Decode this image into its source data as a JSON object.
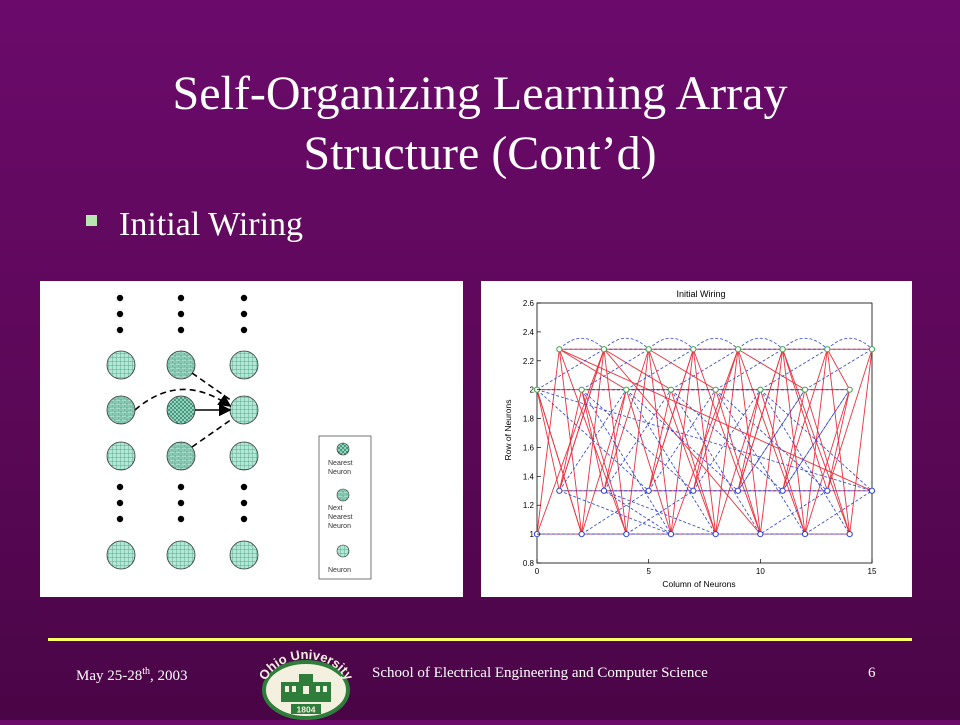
{
  "slide": {
    "title_line1": "Self-Organizing Learning Array",
    "title_line2": "Structure (Cont’d)",
    "bullet": "Initial Wiring"
  },
  "legend": {
    "nearest": [
      "Nearest",
      "Neuron"
    ],
    "next_nearest": [
      "Next",
      "Nearest",
      "Neuron"
    ],
    "neuron": [
      "Neuron"
    ]
  },
  "footer": {
    "date_prefix": "May 25-28",
    "date_sup": "th",
    "date_suffix": ", 2003",
    "school": "School of Electrical Engineering and Computer Science",
    "page": "6"
  },
  "logo": {
    "top_text": "Ohio University",
    "year": "1804"
  },
  "colors": {
    "background": "#5c0858",
    "footer_line": "#ffff66",
    "bullet": "#b8e6b0",
    "neuron_fill": "#a8e0cc",
    "red_wire": "#e8323c",
    "blue_wire": "#2a3fd6",
    "node_green": "#3aa84a"
  },
  "chart_data": {
    "type": "line",
    "title": "Initial Wiring",
    "xlabel": "Column of Neurons",
    "ylabel": "Row of Neurons",
    "xlim": [
      0,
      15
    ],
    "ylim": [
      0.8,
      2.6
    ],
    "xticks": [
      0,
      5,
      10,
      15
    ],
    "yticks": [
      0.8,
      1,
      1.2,
      1.4,
      1.6,
      1.8,
      2,
      2.2,
      2.4,
      2.6
    ],
    "grid": false,
    "nodes": {
      "row1": [
        [
          0,
          1
        ],
        [
          2,
          1
        ],
        [
          4,
          1
        ],
        [
          6,
          1
        ],
        [
          8,
          1
        ],
        [
          10,
          1
        ],
        [
          12,
          1
        ],
        [
          14,
          1
        ]
      ],
      "row13": [
        [
          0,
          2
        ],
        [
          1,
          1.3
        ],
        [
          3,
          1.3
        ],
        [
          5,
          1.3
        ],
        [
          7,
          1.3
        ],
        [
          9,
          1.3
        ],
        [
          11,
          1.3
        ],
        [
          13,
          1.3
        ],
        [
          15,
          1.3
        ]
      ],
      "row2": [
        [
          0,
          2
        ],
        [
          2,
          2
        ],
        [
          4,
          2
        ],
        [
          6,
          2
        ],
        [
          8,
          2
        ],
        [
          10,
          2
        ],
        [
          12,
          2
        ],
        [
          14,
          2
        ]
      ],
      "row228": [
        [
          1,
          2.28
        ],
        [
          3,
          2.28
        ],
        [
          5,
          2.28
        ],
        [
          7,
          2.28
        ],
        [
          9,
          2.28
        ],
        [
          11,
          2.28
        ],
        [
          13,
          2.28
        ],
        [
          15,
          2.28
        ]
      ]
    },
    "red_edges": [
      [
        [
          1,
          2.28
        ],
        [
          15,
          2.28
        ]
      ],
      [
        [
          0,
          2
        ],
        [
          14,
          2
        ]
      ],
      [
        [
          1,
          1.3
        ],
        [
          15,
          1.3
        ]
      ],
      [
        [
          0,
          1
        ],
        [
          14,
          1
        ]
      ],
      [
        [
          1,
          2.28
        ],
        [
          0,
          1
        ]
      ],
      [
        [
          1,
          2.28
        ],
        [
          2,
          1
        ]
      ],
      [
        [
          1,
          2.28
        ],
        [
          4,
          2
        ]
      ],
      [
        [
          1,
          2.28
        ],
        [
          15,
          1.3
        ]
      ],
      [
        [
          3,
          2.28
        ],
        [
          2,
          1
        ]
      ],
      [
        [
          3,
          2.28
        ],
        [
          4,
          1
        ]
      ],
      [
        [
          3,
          2.28
        ],
        [
          6,
          2
        ]
      ],
      [
        [
          3,
          2.28
        ],
        [
          1,
          1.3
        ]
      ],
      [
        [
          5,
          2.28
        ],
        [
          4,
          1
        ]
      ],
      [
        [
          5,
          2.28
        ],
        [
          6,
          1
        ]
      ],
      [
        [
          5,
          2.28
        ],
        [
          3,
          1.3
        ]
      ],
      [
        [
          5,
          2.28
        ],
        [
          8,
          2
        ]
      ],
      [
        [
          7,
          2.28
        ],
        [
          6,
          1
        ]
      ],
      [
        [
          7,
          2.28
        ],
        [
          8,
          1
        ]
      ],
      [
        [
          7,
          2.28
        ],
        [
          5,
          1.3
        ]
      ],
      [
        [
          7,
          2.28
        ],
        [
          10,
          1
        ]
      ],
      [
        [
          9,
          2.28
        ],
        [
          8,
          1
        ]
      ],
      [
        [
          9,
          2.28
        ],
        [
          10,
          1
        ]
      ],
      [
        [
          9,
          2.28
        ],
        [
          7,
          1.3
        ]
      ],
      [
        [
          9,
          2.28
        ],
        [
          12,
          2
        ]
      ],
      [
        [
          11,
          2.28
        ],
        [
          10,
          1
        ]
      ],
      [
        [
          11,
          2.28
        ],
        [
          12,
          1
        ]
      ],
      [
        [
          11,
          2.28
        ],
        [
          9,
          1.3
        ]
      ],
      [
        [
          11,
          2.28
        ],
        [
          13,
          1.3
        ]
      ],
      [
        [
          13,
          2.28
        ],
        [
          12,
          1
        ]
      ],
      [
        [
          13,
          2.28
        ],
        [
          14,
          1
        ]
      ],
      [
        [
          13,
          2.28
        ],
        [
          11,
          1.3
        ]
      ],
      [
        [
          13,
          2.28
        ],
        [
          14,
          2
        ]
      ],
      [
        [
          15,
          2.28
        ],
        [
          14,
          1
        ]
      ],
      [
        [
          15,
          2.28
        ],
        [
          13,
          1.3
        ]
      ],
      [
        [
          0,
          2
        ],
        [
          1,
          1.3
        ]
      ],
      [
        [
          0,
          2
        ],
        [
          2,
          1
        ]
      ],
      [
        [
          2,
          2
        ],
        [
          1,
          1.3
        ]
      ],
      [
        [
          2,
          2
        ],
        [
          4,
          1
        ]
      ],
      [
        [
          2,
          2
        ],
        [
          3,
          1.3
        ]
      ],
      [
        [
          4,
          2
        ],
        [
          3,
          1.3
        ]
      ],
      [
        [
          4,
          2
        ],
        [
          6,
          1
        ]
      ],
      [
        [
          4,
          2
        ],
        [
          2,
          1
        ]
      ],
      [
        [
          6,
          2
        ],
        [
          5,
          1.3
        ]
      ],
      [
        [
          6,
          2
        ],
        [
          8,
          1
        ]
      ],
      [
        [
          8,
          2
        ],
        [
          7,
          1.3
        ]
      ],
      [
        [
          8,
          2
        ],
        [
          10,
          1
        ]
      ],
      [
        [
          10,
          2
        ],
        [
          9,
          1.3
        ]
      ],
      [
        [
          10,
          2
        ],
        [
          12,
          1
        ]
      ],
      [
        [
          10,
          2
        ],
        [
          8,
          1
        ]
      ],
      [
        [
          12,
          2
        ],
        [
          11,
          1.3
        ]
      ],
      [
        [
          12,
          2
        ],
        [
          14,
          1
        ]
      ],
      [
        [
          14,
          2
        ],
        [
          13,
          1.3
        ]
      ],
      [
        [
          14,
          2
        ],
        [
          12,
          1
        ]
      ],
      [
        [
          3,
          2.28
        ],
        [
          10,
          1
        ]
      ],
      [
        [
          1,
          1.3
        ],
        [
          3,
          2.28
        ]
      ],
      [
        [
          5,
          1.3
        ],
        [
          7,
          2.28
        ]
      ],
      [
        [
          9,
          1.3
        ],
        [
          11,
          2.28
        ]
      ],
      [
        [
          0,
          1
        ],
        [
          3,
          2.28
        ]
      ],
      [
        [
          4,
          1
        ],
        [
          1,
          2.28
        ]
      ],
      [
        [
          6,
          1
        ],
        [
          9,
          2.28
        ]
      ],
      [
        [
          12,
          1
        ],
        [
          9,
          2.28
        ]
      ],
      [
        [
          2,
          1
        ],
        [
          0,
          2
        ]
      ],
      [
        [
          8,
          1
        ],
        [
          5,
          2.28
        ]
      ],
      [
        [
          14,
          1
        ],
        [
          11,
          2.28
        ]
      ]
    ],
    "blue_edges": [
      [
        [
          0,
          2
        ],
        [
          3,
          2.28
        ]
      ],
      [
        [
          0,
          2
        ],
        [
          6,
          2
        ]
      ],
      [
        [
          0,
          2
        ],
        [
          5,
          1.3
        ]
      ],
      [
        [
          0,
          2
        ],
        [
          15,
          1.3
        ]
      ],
      [
        [
          2,
          2
        ],
        [
          5,
          2.28
        ]
      ],
      [
        [
          2,
          2
        ],
        [
          8,
          2
        ]
      ],
      [
        [
          2,
          2
        ],
        [
          7,
          1.3
        ]
      ],
      [
        [
          2,
          2
        ],
        [
          6,
          1
        ]
      ],
      [
        [
          4,
          2
        ],
        [
          7,
          2.28
        ]
      ],
      [
        [
          4,
          2
        ],
        [
          10,
          2
        ]
      ],
      [
        [
          4,
          2
        ],
        [
          9,
          1.3
        ]
      ],
      [
        [
          4,
          2
        ],
        [
          8,
          1
        ]
      ],
      [
        [
          6,
          2
        ],
        [
          9,
          2.28
        ]
      ],
      [
        [
          6,
          2
        ],
        [
          12,
          2
        ]
      ],
      [
        [
          6,
          2
        ],
        [
          11,
          1.3
        ]
      ],
      [
        [
          6,
          2
        ],
        [
          10,
          1
        ]
      ],
      [
        [
          8,
          2
        ],
        [
          11,
          2.28
        ]
      ],
      [
        [
          8,
          2
        ],
        [
          14,
          2
        ]
      ],
      [
        [
          8,
          2
        ],
        [
          13,
          1.3
        ]
      ],
      [
        [
          8,
          2
        ],
        [
          12,
          1
        ]
      ],
      [
        [
          10,
          2
        ],
        [
          13,
          2.28
        ]
      ],
      [
        [
          10,
          2
        ],
        [
          15,
          1.3
        ]
      ],
      [
        [
          10,
          2
        ],
        [
          14,
          1
        ]
      ],
      [
        [
          12,
          2
        ],
        [
          15,
          2.28
        ]
      ],
      [
        [
          12,
          2
        ],
        [
          9,
          1.3
        ]
      ],
      [
        [
          14,
          2
        ],
        [
          11,
          1.3
        ]
      ],
      [
        [
          1,
          1.3
        ],
        [
          5,
          1.3
        ]
      ],
      [
        [
          3,
          1.3
        ],
        [
          7,
          1.3
        ]
      ],
      [
        [
          5,
          1.3
        ],
        [
          9,
          1.3
        ]
      ],
      [
        [
          7,
          1.3
        ],
        [
          11,
          1.3
        ]
      ],
      [
        [
          9,
          1.3
        ],
        [
          13,
          1.3
        ]
      ],
      [
        [
          11,
          1.3
        ],
        [
          15,
          1.3
        ]
      ],
      [
        [
          0,
          1
        ],
        [
          4,
          1
        ]
      ],
      [
        [
          2,
          1
        ],
        [
          6,
          1
        ]
      ],
      [
        [
          4,
          1
        ],
        [
          8,
          1
        ]
      ],
      [
        [
          6,
          1
        ],
        [
          10,
          1
        ]
      ],
      [
        [
          8,
          1
        ],
        [
          12,
          1
        ]
      ],
      [
        [
          10,
          1
        ],
        [
          14,
          1
        ]
      ],
      [
        [
          1,
          2.28
        ],
        [
          5,
          2.28
        ]
      ],
      [
        [
          3,
          2.28
        ],
        [
          7,
          2.28
        ]
      ],
      [
        [
          5,
          2.28
        ],
        [
          9,
          2.28
        ]
      ],
      [
        [
          7,
          2.28
        ],
        [
          11,
          2.28
        ]
      ],
      [
        [
          9,
          2.28
        ],
        [
          13,
          2.28
        ]
      ],
      [
        [
          11,
          2.28
        ],
        [
          15,
          2.28
        ]
      ],
      [
        [
          1,
          1.3
        ],
        [
          4,
          2
        ]
      ],
      [
        [
          3,
          1.3
        ],
        [
          6,
          2
        ]
      ],
      [
        [
          5,
          1.3
        ],
        [
          8,
          2
        ]
      ],
      [
        [
          7,
          1.3
        ],
        [
          10,
          2
        ]
      ],
      [
        [
          9,
          1.3
        ],
        [
          12,
          2
        ]
      ],
      [
        [
          11,
          1.3
        ],
        [
          14,
          2
        ]
      ],
      [
        [
          1,
          1.3
        ],
        [
          6,
          1
        ]
      ],
      [
        [
          3,
          1.3
        ],
        [
          8,
          1
        ]
      ],
      [
        [
          13,
          1.3
        ],
        [
          10,
          1
        ]
      ],
      [
        [
          2,
          1
        ],
        [
          5,
          1.3
        ]
      ],
      [
        [
          4,
          1
        ],
        [
          7,
          1.3
        ]
      ],
      [
        [
          6,
          1
        ],
        [
          3,
          1.3
        ]
      ],
      [
        [
          12,
          1
        ],
        [
          15,
          1.3
        ]
      ]
    ]
  }
}
